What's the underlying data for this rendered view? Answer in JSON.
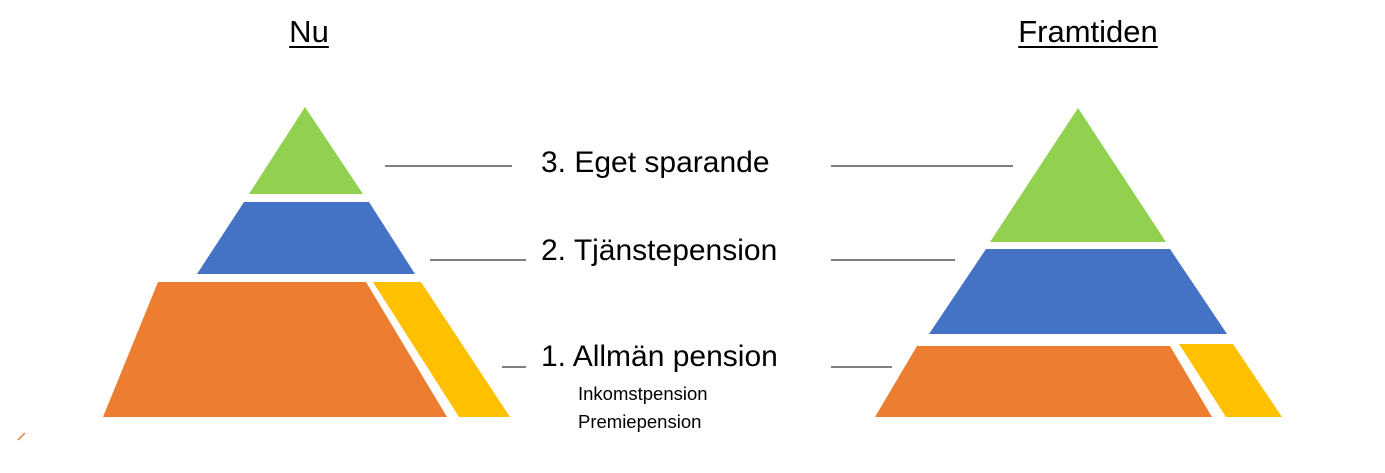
{
  "titles": {
    "now": "Nu",
    "future": "Framtiden"
  },
  "levels": {
    "own_savings": "3. Eget sparande",
    "occupational": "2. Tjänstepension",
    "public": "1. Allmän pension"
  },
  "public_components": {
    "income": "Inkomstpension",
    "premium": "Premiepension"
  },
  "colors": {
    "own_savings": "#92d050",
    "occupational": "#4472c4",
    "income_pension": "#ed7d31",
    "premium_pension": "#ffc000",
    "connector": "#000000"
  }
}
